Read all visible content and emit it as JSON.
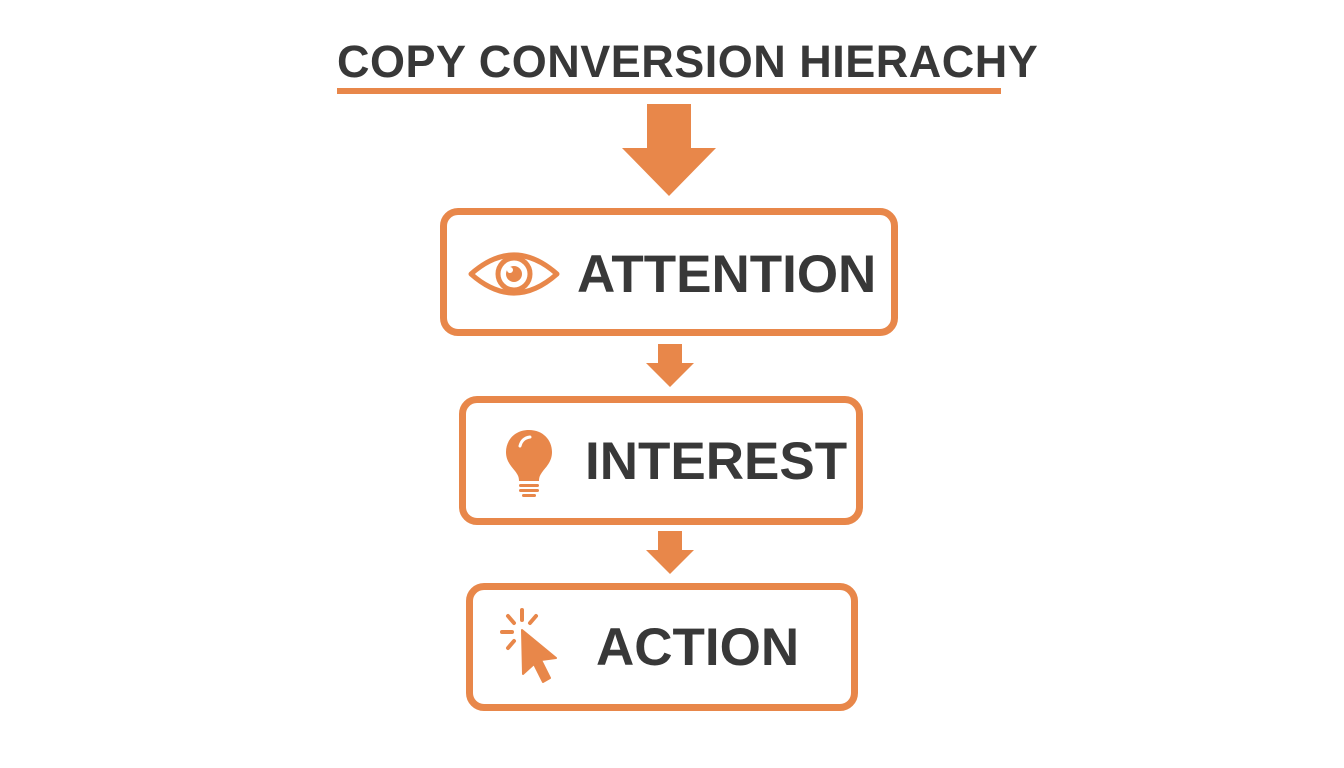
{
  "title": "COPY CONVERSION HIERACHY",
  "colors": {
    "accent": "#e8874a",
    "text": "#383838",
    "background": "#ffffff"
  },
  "stages": [
    {
      "label": "ATTENTION",
      "icon": "eye-icon"
    },
    {
      "label": "INTEREST",
      "icon": "lightbulb-icon"
    },
    {
      "label": "ACTION",
      "icon": "cursor-click-icon"
    }
  ]
}
